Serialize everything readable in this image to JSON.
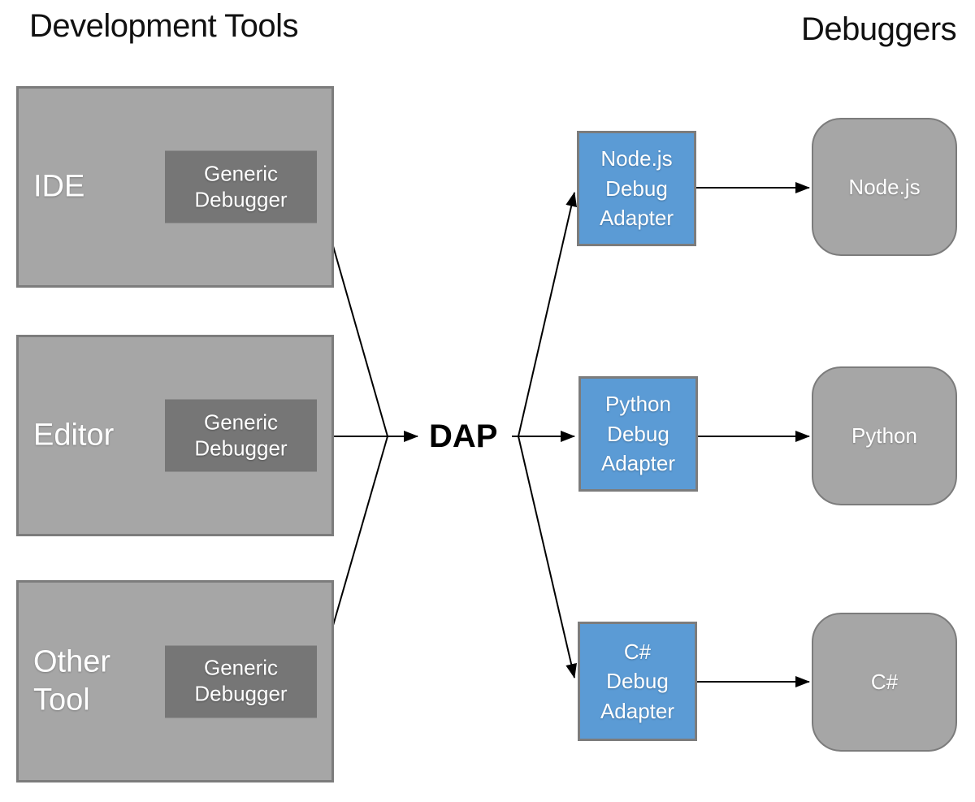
{
  "titles": {
    "left": "Development Tools",
    "right": "Debuggers"
  },
  "dap": "DAP",
  "tools": [
    {
      "label": "IDE",
      "inner": "Generic\nDebugger"
    },
    {
      "label": "Editor",
      "inner": "Generic\nDebugger"
    },
    {
      "label": "Other\nTool",
      "inner": "Generic\nDebugger"
    }
  ],
  "adapters": [
    "Node.js\nDebug\nAdapter",
    "Python\nDebug\nAdapter",
    "C#\nDebug\nAdapter"
  ],
  "runtimes": [
    "Node.js",
    "Python",
    "C#"
  ],
  "colors": {
    "box_gray": "#a6a6a6",
    "box_border": "#7c7c7c",
    "inner_gray": "#767676",
    "adapter_blue": "#5b9bd5",
    "text_white": "#ffffff",
    "line_black": "#000000",
    "title_black": "#111111"
  }
}
